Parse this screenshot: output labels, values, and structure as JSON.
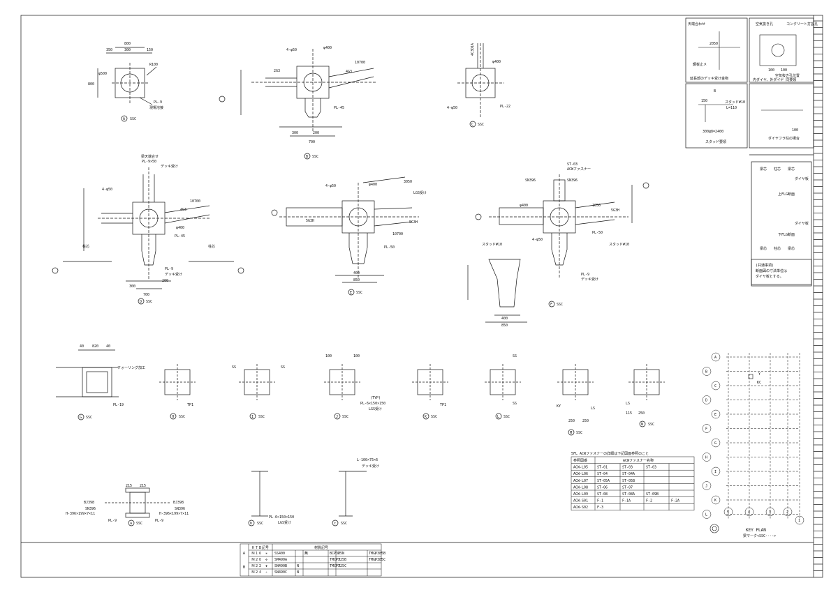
{
  "details": [
    {
      "id": "A",
      "title": "SSC",
      "dims": [
        "800",
        "350",
        "300",
        "150",
        "800",
        "φ500",
        "R100"
      ],
      "notes": [
        "PL-9",
        "現場溶接"
      ]
    },
    {
      "id": "B",
      "title": "SSC",
      "dims": [
        "4-φ50",
        "φ400",
        "2G3",
        "4G3",
        "10700",
        "300",
        "200",
        "700"
      ],
      "notes": [
        "PL-45"
      ]
    },
    {
      "id": "C",
      "title": "SSC",
      "dims": [
        "4C3D1A",
        "φ400",
        "4-φ50"
      ],
      "notes": [
        "PL-22"
      ]
    },
    {
      "id": "D",
      "title": "SSC",
      "dims": [
        "4-φ50",
        "10700",
        "φ400",
        "4G3",
        "300",
        "200",
        "700"
      ],
      "notes": [
        "梁天端合せ",
        "PL-9×50",
        "デッキ受け",
        "PL-45",
        "PL-9",
        "デッキ受け",
        "柱芯",
        "柱芯"
      ]
    },
    {
      "id": "E",
      "title": "SSC",
      "dims": [
        "4-φ50",
        "φ400",
        "3050",
        "5G3H",
        "5G3H",
        "10700",
        "400",
        "850"
      ],
      "notes": [
        "LGS受け",
        "PL-50"
      ]
    },
    {
      "id": "F",
      "title": "SSC",
      "dims": [
        "ST-03",
        "ACWファスナー",
        "4-φ50",
        "φ400",
        "1050",
        "5G3H",
        "SN396",
        "SN396",
        "400",
        "850"
      ],
      "notes": [
        "PL-50",
        "PL-9",
        "デッキ受け",
        "スタッド#10",
        "スタッド#10"
      ]
    },
    {
      "id": "G",
      "title": "SSC",
      "dims": [
        "40",
        "820",
        "40"
      ],
      "notes": [
        "フォーリング加工",
        "PL-19"
      ]
    },
    {
      "id": "H",
      "title": "SSC",
      "dims": [],
      "notes": [
        "TP1"
      ]
    },
    {
      "id": "I",
      "title": "SSC",
      "dims": [],
      "notes": [
        "SS",
        "SS"
      ]
    },
    {
      "id": "J",
      "title": "SSC",
      "dims": [
        "100",
        "100"
      ],
      "notes": [
        "(TYP)",
        "PL-6×150×150",
        "LGS受け"
      ]
    },
    {
      "id": "K",
      "title": "SSC",
      "dims": [],
      "notes": [
        "TP1"
      ]
    },
    {
      "id": "L",
      "title": "SSC",
      "dims": [],
      "notes": [
        "SS",
        "SS"
      ]
    },
    {
      "id": "M",
      "title": "SSC",
      "dims": [
        "250",
        "250"
      ],
      "notes": [
        "KY",
        "LS"
      ]
    },
    {
      "id": "N",
      "title": "SSC",
      "dims": [
        "115",
        "250"
      ],
      "notes": [
        "LS"
      ]
    },
    {
      "id": "a",
      "title": "SSC",
      "dims": [
        "215",
        "215"
      ],
      "notes": [
        "BJ398",
        "SN396",
        "H-396×199×7×11",
        "BJ398",
        "SN396",
        "H-396×199×7×11",
        "PL-9",
        "PL-9"
      ]
    },
    {
      "id": "b",
      "title": "SSC",
      "dims": [],
      "notes": [
        "PL-6×150×150",
        "LGS受け"
      ]
    },
    {
      "id": "c",
      "title": "SSC",
      "dims": [],
      "notes": [
        "L-100×75×6",
        "デッキ受け"
      ]
    }
  ],
  "side_notes": {
    "panel1": [
      "天端合わせ",
      "鋼板止メ",
      "2050",
      "延長部のデッキ受け金物"
    ],
    "panel2": [
      "空気抜き孔",
      "コンクリート打設孔",
      "100",
      "100",
      "空気抜き孔位置",
      "内ダイヤ、外ダイヤ 同要領"
    ],
    "panel3": [
      "B",
      "150",
      "スタッド#10",
      "L=110",
      "300@8=2400",
      "スタッド要領"
    ],
    "panel4": [
      "100",
      "ダイヤフラ柱の場合"
    ],
    "panel5": [
      "梁芯",
      "柱芯",
      "梁芯",
      "ダイヤ板",
      "上FLG断面",
      "梁芯",
      "柱芯",
      "梁芯",
      "ダイヤ板",
      "下FLG断面"
    ],
    "panel6": [
      "(共通事項)",
      "断面図の寸法単位は",
      "ダイヤ板とする。"
    ]
  },
  "table": {
    "title": "5FL ACWファスナーの詳細は下記図面参照のこと",
    "headers": [
      "参照図番",
      "ACWファスナー名称"
    ],
    "rows": [
      [
        "ACW-L05",
        "ST-01",
        "ST-03",
        "ST-03",
        ""
      ],
      [
        "ACW-L06",
        "ST-04",
        "ST-04A",
        "",
        ""
      ],
      [
        "ACW-L07",
        "ST-05A",
        "ST-05B",
        "",
        ""
      ],
      [
        "ACW-L08",
        "ST-06",
        "ST-07",
        "",
        ""
      ],
      [
        "ACW-L09",
        "ST-08",
        "ST-08A",
        "ST-09B",
        ""
      ],
      [
        "ACW-S01",
        "F-1",
        "F-1A",
        "F-2",
        "F-2A"
      ],
      [
        "ACW-S02",
        "F-3",
        "",
        "",
        ""
      ]
    ]
  },
  "key_plan": {
    "rows": [
      "A",
      "B",
      "C",
      "D",
      "E",
      "F",
      "G",
      "H",
      "I",
      "J",
      "K",
      "L"
    ],
    "cols": [
      "5",
      "4",
      "3",
      "2",
      "1"
    ],
    "title": "KEY PLAN",
    "subtitle": "梁マーク<SSC---->",
    "marks": [
      "Y",
      "KC"
    ]
  },
  "legend": {
    "htb_header": "ＨＴＢ記号",
    "mat_header": "材質記号",
    "left_labels": [
      "Ａ",
      "Ｂ"
    ],
    "htb_rows": [
      [
        "Ｍ１６",
        "✳"
      ],
      [
        "Ｍ２０",
        "✣"
      ],
      [
        "Ｍ２２",
        "✚"
      ],
      [
        "Ｍ２４",
        "✧"
      ]
    ],
    "mat_rows": [
      [
        "SS400",
        "",
        "無",
        "BCP325N",
        "P",
        "TMCP385B",
        "◇"
      ],
      [
        "SM490A",
        "",
        "",
        "TMCP325B",
        "T",
        "TMCP385C",
        "◇"
      ],
      [
        "SN490B",
        "N",
        "",
        "TMCP325C",
        "T",
        "",
        ""
      ],
      [
        "SN490C",
        "N",
        "",
        "",
        "",
        "",
        ""
      ]
    ]
  }
}
